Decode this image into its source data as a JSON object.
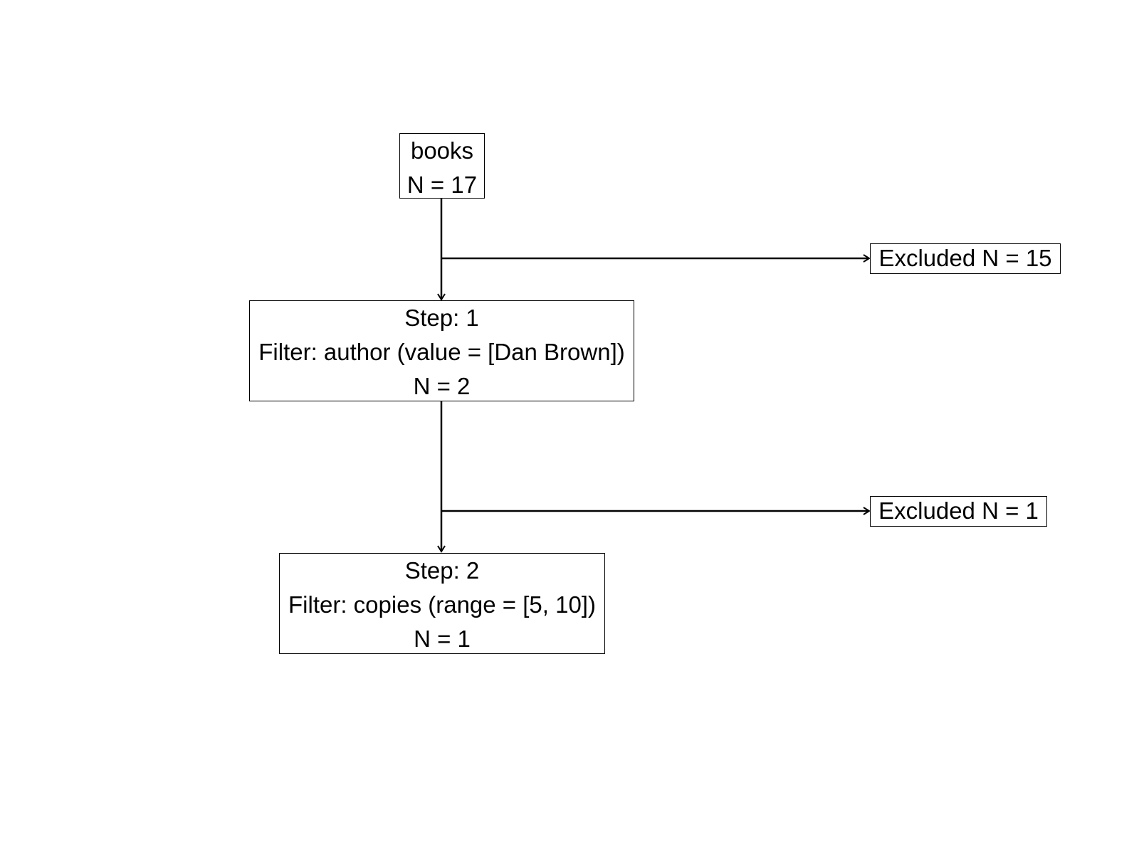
{
  "nodes": {
    "root": {
      "label": "books",
      "count": "N = 17"
    },
    "step1": {
      "step": "Step: 1",
      "filter": "Filter: author (value = [Dan Brown])",
      "count": "N = 2"
    },
    "step2": {
      "step": "Step: 2",
      "filter": "Filter: copies (range = [5, 10])",
      "count": "N = 1"
    },
    "excluded1": {
      "label": "Excluded N = 15"
    },
    "excluded2": {
      "label": "Excluded N = 1"
    }
  },
  "colors": {
    "line": "#000000",
    "box_border": "#000000",
    "background": "#ffffff"
  }
}
